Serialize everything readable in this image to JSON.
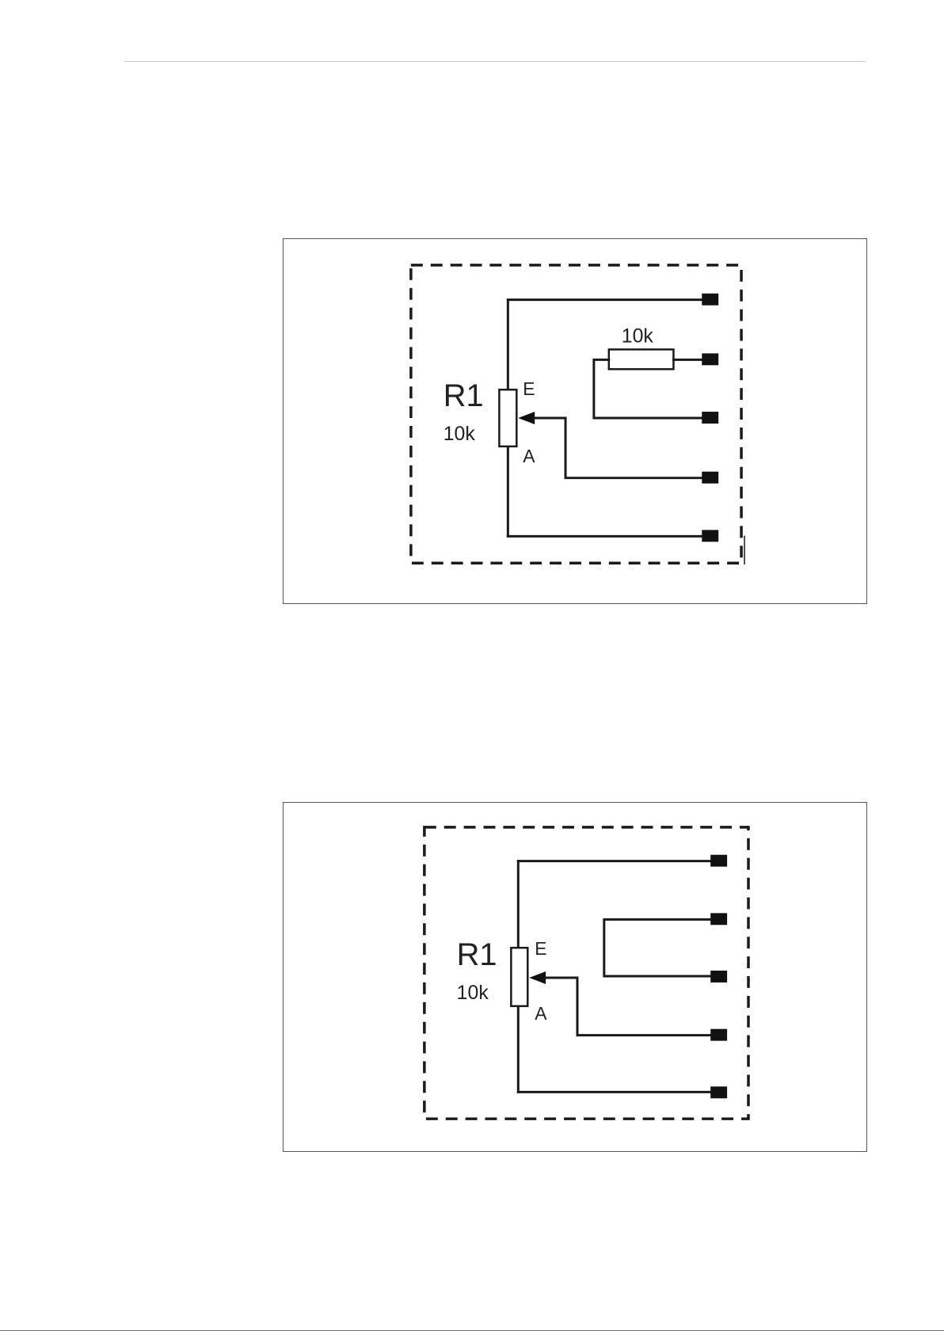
{
  "figures": [
    {
      "pot_label": "R1",
      "pot_value": "10k",
      "end_label": "E",
      "start_label": "A",
      "resistor_label": "10k"
    },
    {
      "pot_label": "R1",
      "pot_value": "10k",
      "end_label": "E",
      "start_label": "A"
    }
  ]
}
